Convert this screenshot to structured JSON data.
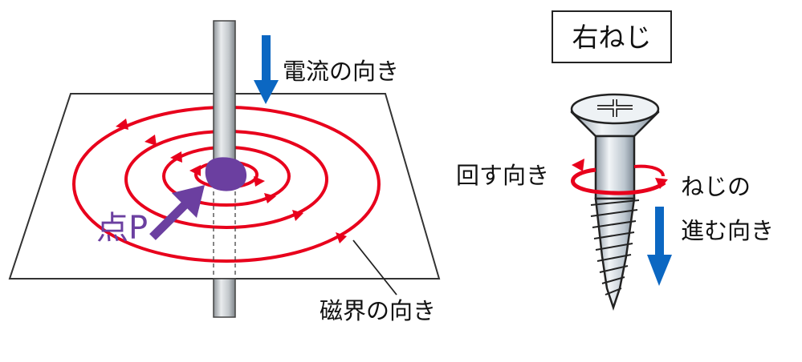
{
  "labels": {
    "current_direction": "電流の向き",
    "magnetic_field_direction": "磁界の向き",
    "point_p": "点P",
    "right_screw_title": "右ねじ",
    "rotation_direction": "回す向き",
    "screw_advance_line1": "ねじの",
    "screw_advance_line2": "進む向き"
  },
  "colors": {
    "field_lines": "#e8001c",
    "arrows_blue": "#0b67c2",
    "point_p": "#6b3fa0",
    "wire": "#cfd3d6",
    "outline": "#222222"
  },
  "icons": {
    "current_arrow": "arrow-down-icon",
    "point_arrow": "arrow-up-right-icon",
    "rotation_arrow": "rotate-icon",
    "advance_arrow": "arrow-down-icon"
  }
}
